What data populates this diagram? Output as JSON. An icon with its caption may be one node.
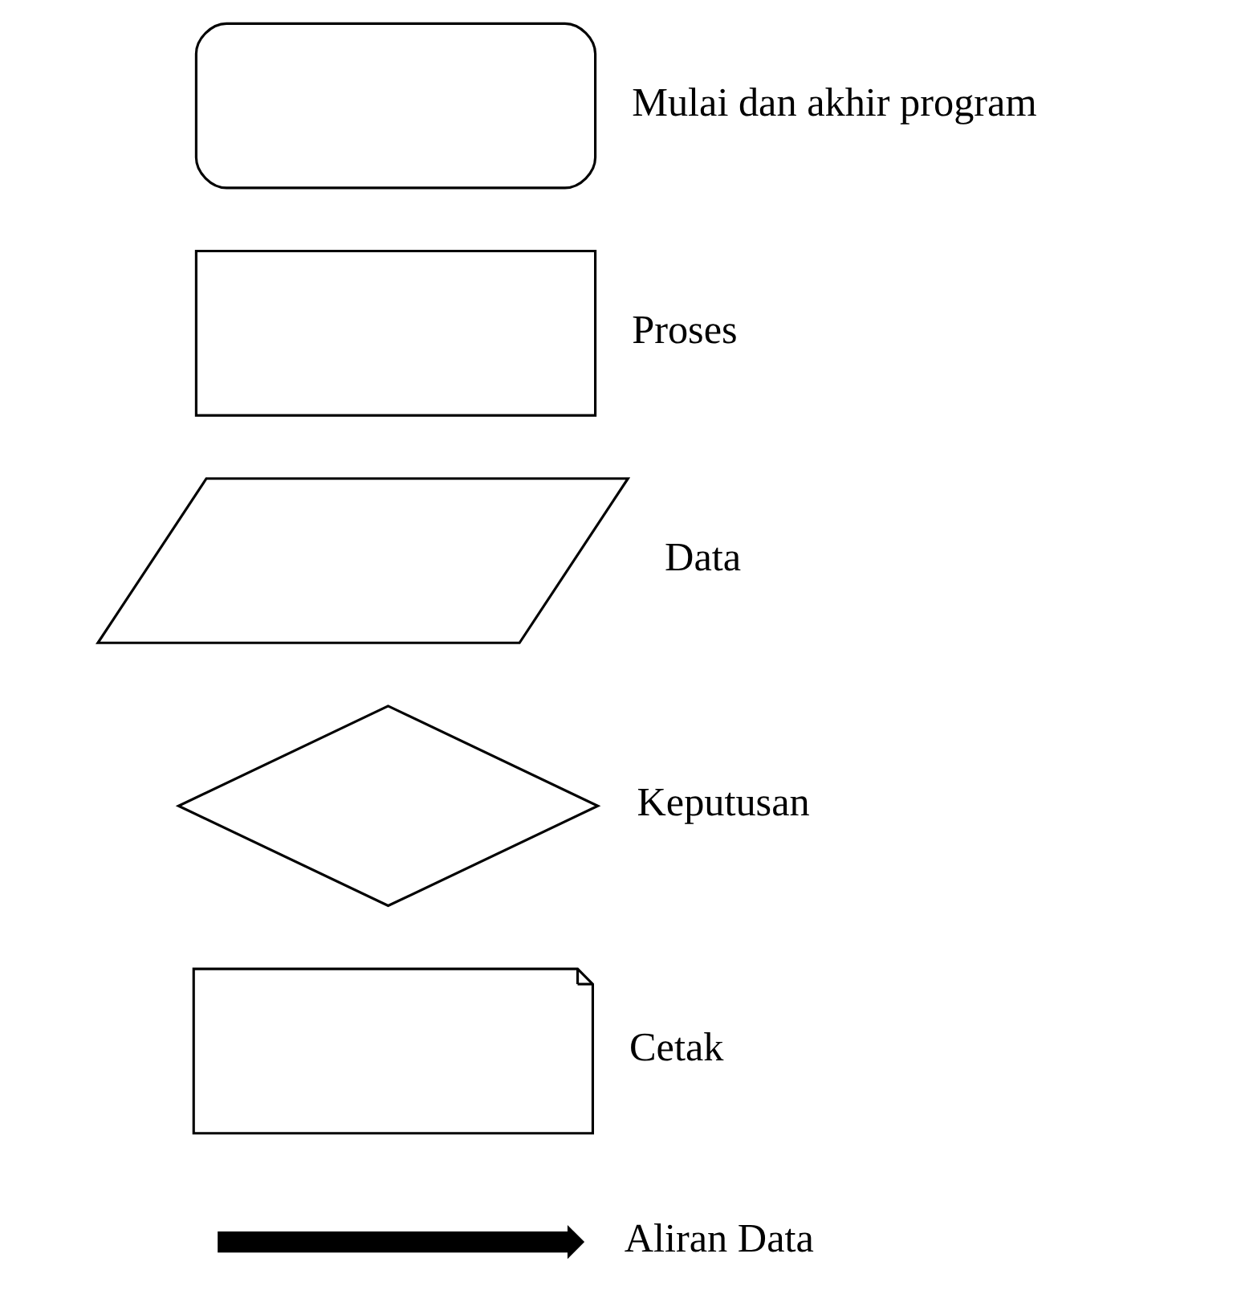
{
  "diagram": {
    "nodes": [
      {
        "text": [],
        "shape": "rounded-box",
        "beside": [
          "Mulai dan akhir program"
        ]
      },
      {
        "text": [],
        "shape": "box",
        "beside": [
          "Proses"
        ]
      },
      {
        "text": [],
        "shape": "parallelogram",
        "beside": [
          "Data"
        ]
      },
      {
        "text": [],
        "shape": "diamond",
        "beside": [
          "Keputusan"
        ]
      },
      {
        "text": [],
        "shape": "document",
        "beside": [
          "Cetak"
        ]
      },
      {
        "text": [],
        "shape": "arrow",
        "beside": [
          "Aliran Data"
        ]
      }
    ]
  }
}
